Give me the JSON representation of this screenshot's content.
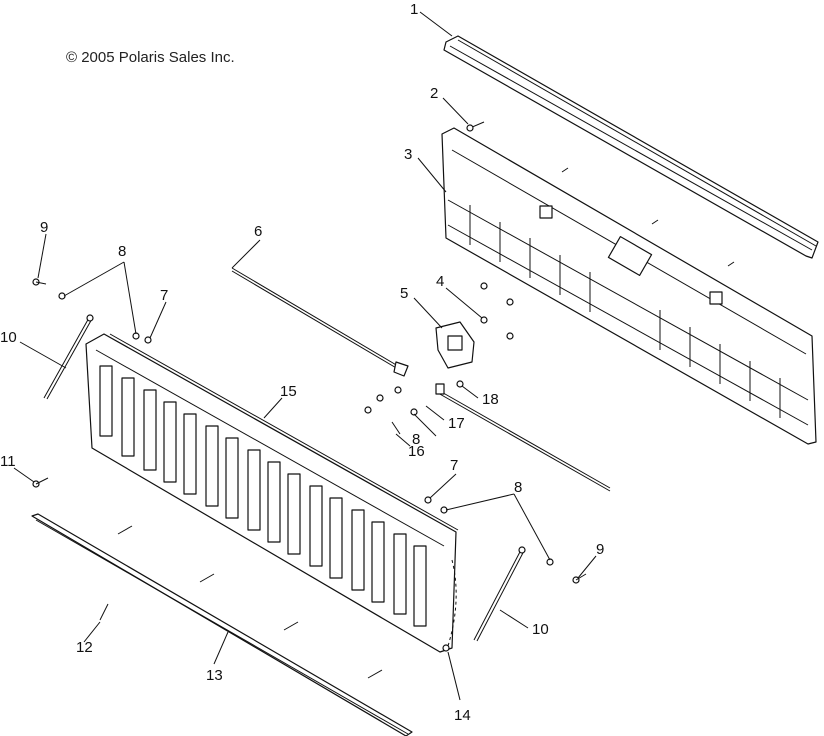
{
  "copyright": "© 2005 Polaris Sales Inc.",
  "callouts": [
    {
      "key": "c1",
      "label": "1"
    },
    {
      "key": "c2",
      "label": "2"
    },
    {
      "key": "c3",
      "label": "3"
    },
    {
      "key": "c4",
      "label": "4"
    },
    {
      "key": "c5",
      "label": "5"
    },
    {
      "key": "c6",
      "label": "6"
    },
    {
      "key": "c7a",
      "label": "7"
    },
    {
      "key": "c7b",
      "label": "7"
    },
    {
      "key": "c8a",
      "label": "8"
    },
    {
      "key": "c8b",
      "label": "8"
    },
    {
      "key": "c8c",
      "label": "8"
    },
    {
      "key": "c9a",
      "label": "9"
    },
    {
      "key": "c9b",
      "label": "9"
    },
    {
      "key": "c10a",
      "label": "10"
    },
    {
      "key": "c10b",
      "label": "10"
    },
    {
      "key": "c11",
      "label": "11"
    },
    {
      "key": "c12",
      "label": "12"
    },
    {
      "key": "c13",
      "label": "13"
    },
    {
      "key": "c14",
      "label": "14"
    },
    {
      "key": "c15",
      "label": "15"
    },
    {
      "key": "c16",
      "label": "16"
    },
    {
      "key": "c17",
      "label": "17"
    },
    {
      "key": "c18",
      "label": "18"
    }
  ]
}
